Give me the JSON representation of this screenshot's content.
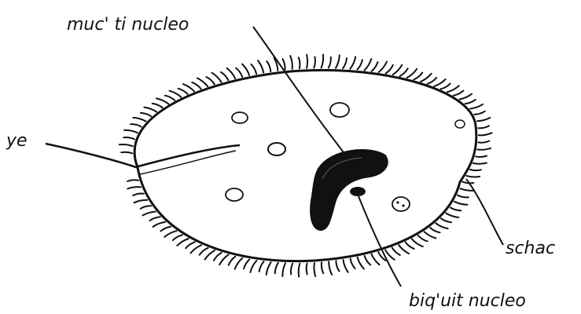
{
  "labels": {
    "top": "muc' ti nucleo",
    "left": "ye",
    "right": "schac",
    "bottom": "biq'uit nucleo"
  },
  "colors": {
    "ink": "#111111",
    "paper": "#ffffff"
  }
}
